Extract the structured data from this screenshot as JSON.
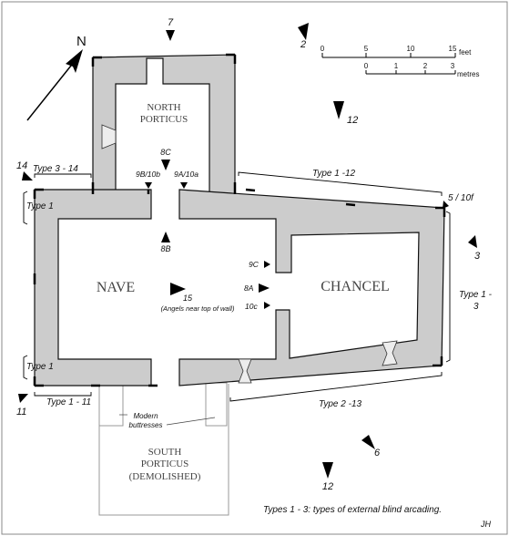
{
  "north": {
    "label": "N"
  },
  "scale": {
    "feet_unit": "feet",
    "feet_ticks": [
      "0",
      "5",
      "10",
      "15"
    ],
    "metres_unit": "metres",
    "metres_ticks": [
      "0",
      "1",
      "2",
      "3"
    ]
  },
  "rooms": {
    "north_porticus": [
      "NORTH",
      "PORTICUS"
    ],
    "nave": "NAVE",
    "chancel": "CHANCEL",
    "south_porticus": [
      "SOUTH",
      "PORTICUS",
      "(DEMOLISHED)"
    ]
  },
  "annotations": {
    "modern_buttresses": [
      "Modern",
      "buttresses"
    ],
    "angels": "(Angels near top of wall)"
  },
  "arcading": {
    "type_3_14": "Type 3 - 14",
    "type_1_12": "Type 1 -12",
    "type_1_west_upper": "Type 1",
    "type_1_west_lower": "Type 1",
    "type_1_11": "Type 1 - 11",
    "type_2_13": "Type 2 -13",
    "type_1_3": [
      "Type 1 -",
      "3"
    ]
  },
  "viewpoints": {
    "v7": "7",
    "v2": "2",
    "v12_top": "12",
    "v14": "14",
    "v8c": "8C",
    "v9b": "9B/10b",
    "v9a": "9A/10a",
    "v8b": "8B",
    "v15": "15",
    "v9c": "9C",
    "v8a": "8A",
    "v10c": "10c",
    "v5": "5 / 10f",
    "v3": "3",
    "v11": "11",
    "v6": "6",
    "v12_bottom": "12"
  },
  "legend": "Types 1 - 3: types of external blind arcading.",
  "initials": "JH"
}
